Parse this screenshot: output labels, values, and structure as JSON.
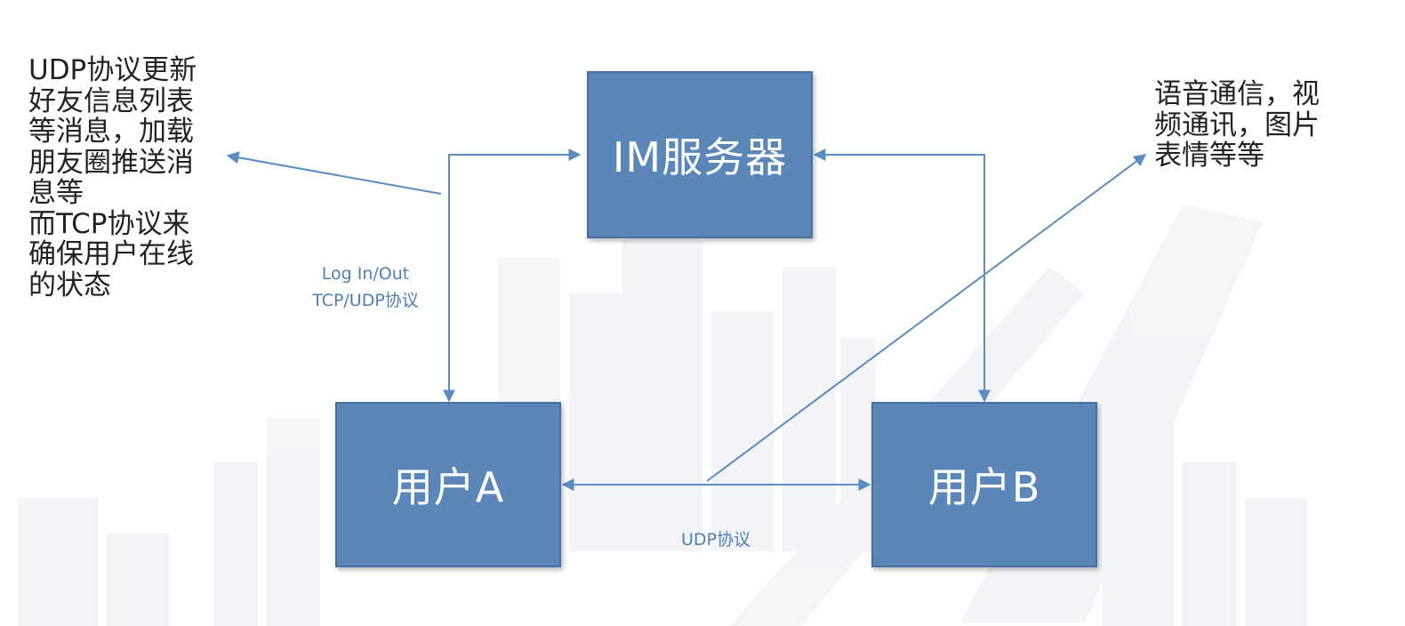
{
  "nodes": {
    "server": {
      "label": "IM服务器"
    },
    "user_a": {
      "label": "用户A"
    },
    "user_b": {
      "label": "用户B"
    }
  },
  "notes": {
    "left": "UDP协议更新\n好友信息列表\n等消息，加载\n朋友圈推送消\n息等\n而TCP协议来\n确保用户在线\n的状态",
    "right": "语音通信，视\n频通讯，图片\n表情等等"
  },
  "edge_labels": {
    "login_line1": "Log In/Out",
    "login_line2": "TCP/UDP协议",
    "udp": "UDP协议"
  },
  "colors": {
    "node_fill": "#5a87b8",
    "node_border": "#45709f",
    "connector": "#5b8cc1",
    "edge_label": "#4f7fb4",
    "note_text": "#222222"
  }
}
